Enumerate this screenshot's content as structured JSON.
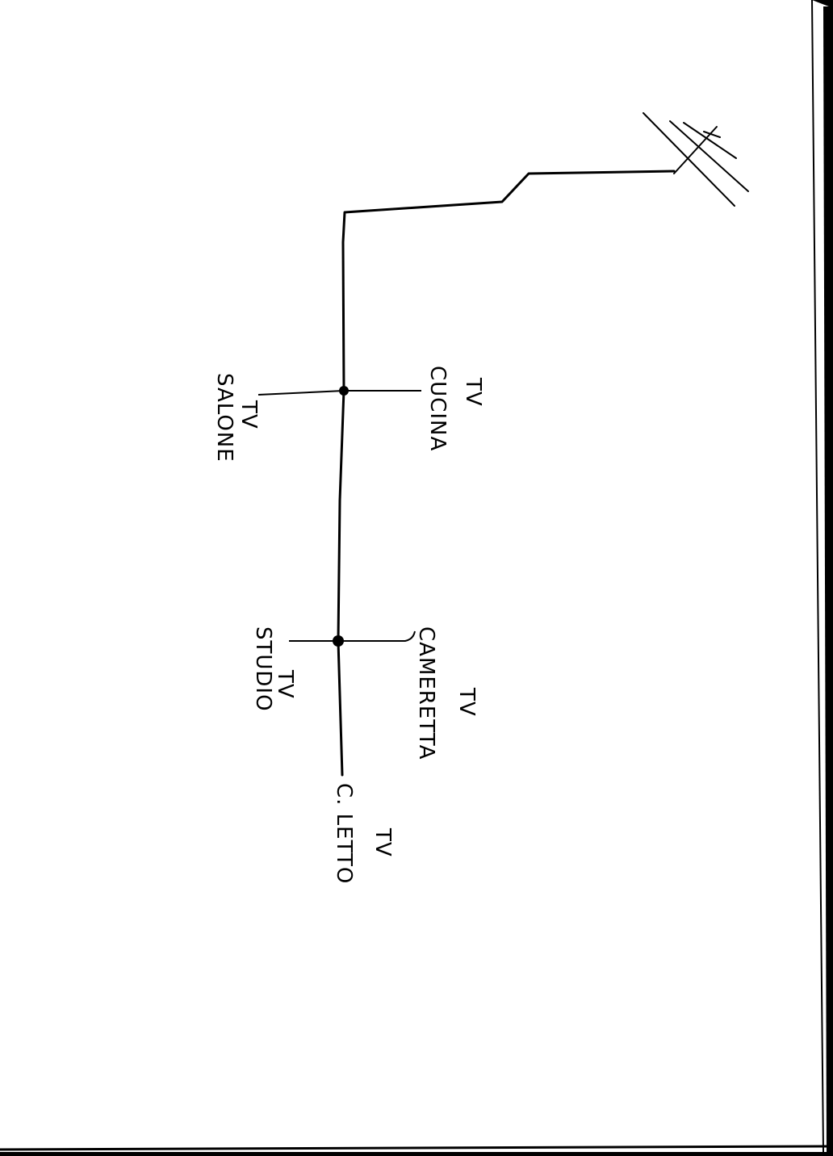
{
  "colors": {
    "paper": "#ffffff",
    "ink": "#000000",
    "background": "#000000"
  },
  "diagram": {
    "antenna": {
      "icon": "tv-antenna-icon"
    },
    "labels": {
      "salone_tv": "TV",
      "salone_room": "SALONE",
      "cucina_tv": "TV",
      "cucina_room": "CUCINA",
      "studio_tv": "TV",
      "studio_room": "STUDIO",
      "cameretta_tv": "TV",
      "cameretta_room": "CAMERETTA",
      "letto_tv": "TV",
      "letto_room": "C. LETTO"
    }
  }
}
